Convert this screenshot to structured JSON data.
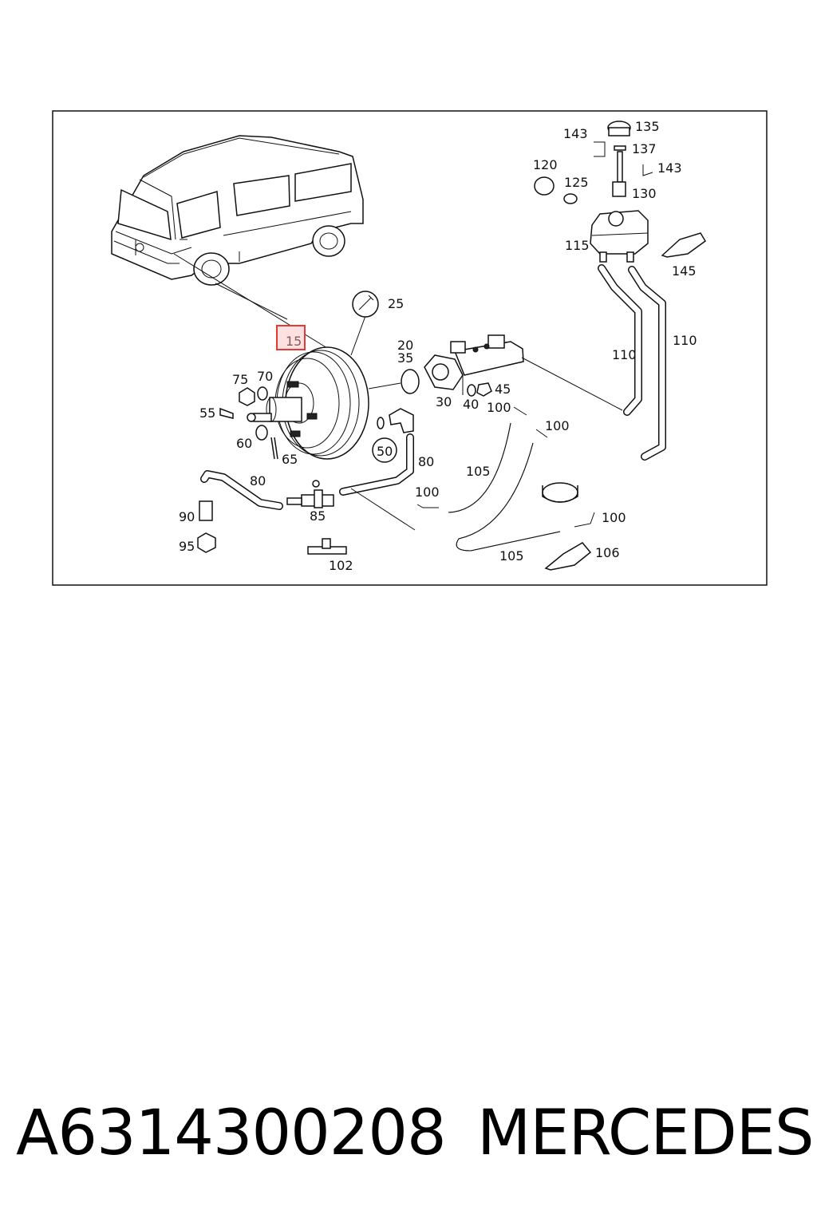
{
  "diagram": {
    "highlighted_part": "15",
    "callouts": {
      "c15": "15",
      "c20": "20",
      "c25": "25",
      "c30": "30",
      "c35": "35",
      "c40": "40",
      "c45": "45",
      "c50": "50",
      "c55": "55",
      "c60": "60",
      "c65": "65",
      "c70": "70",
      "c75": "75",
      "c80a": "80",
      "c80b": "80",
      "c85": "85",
      "c90": "90",
      "c95": "95",
      "c100a": "100",
      "c100b": "100",
      "c100c": "100",
      "c100d": "100",
      "c102": "102",
      "c105a": "105",
      "c105b": "105",
      "c106": "106",
      "c110a": "110",
      "c110b": "110",
      "c115": "115",
      "c120": "120",
      "c125": "125",
      "c130": "130",
      "c135": "135",
      "c137": "137",
      "c143a": "143",
      "c143b": "143",
      "c145": "145"
    },
    "highlight_color": "#e53935",
    "highlight_fill": "#fde0e0"
  },
  "footer": {
    "part_number": "A6314300208",
    "brand": "MERCEDES"
  }
}
